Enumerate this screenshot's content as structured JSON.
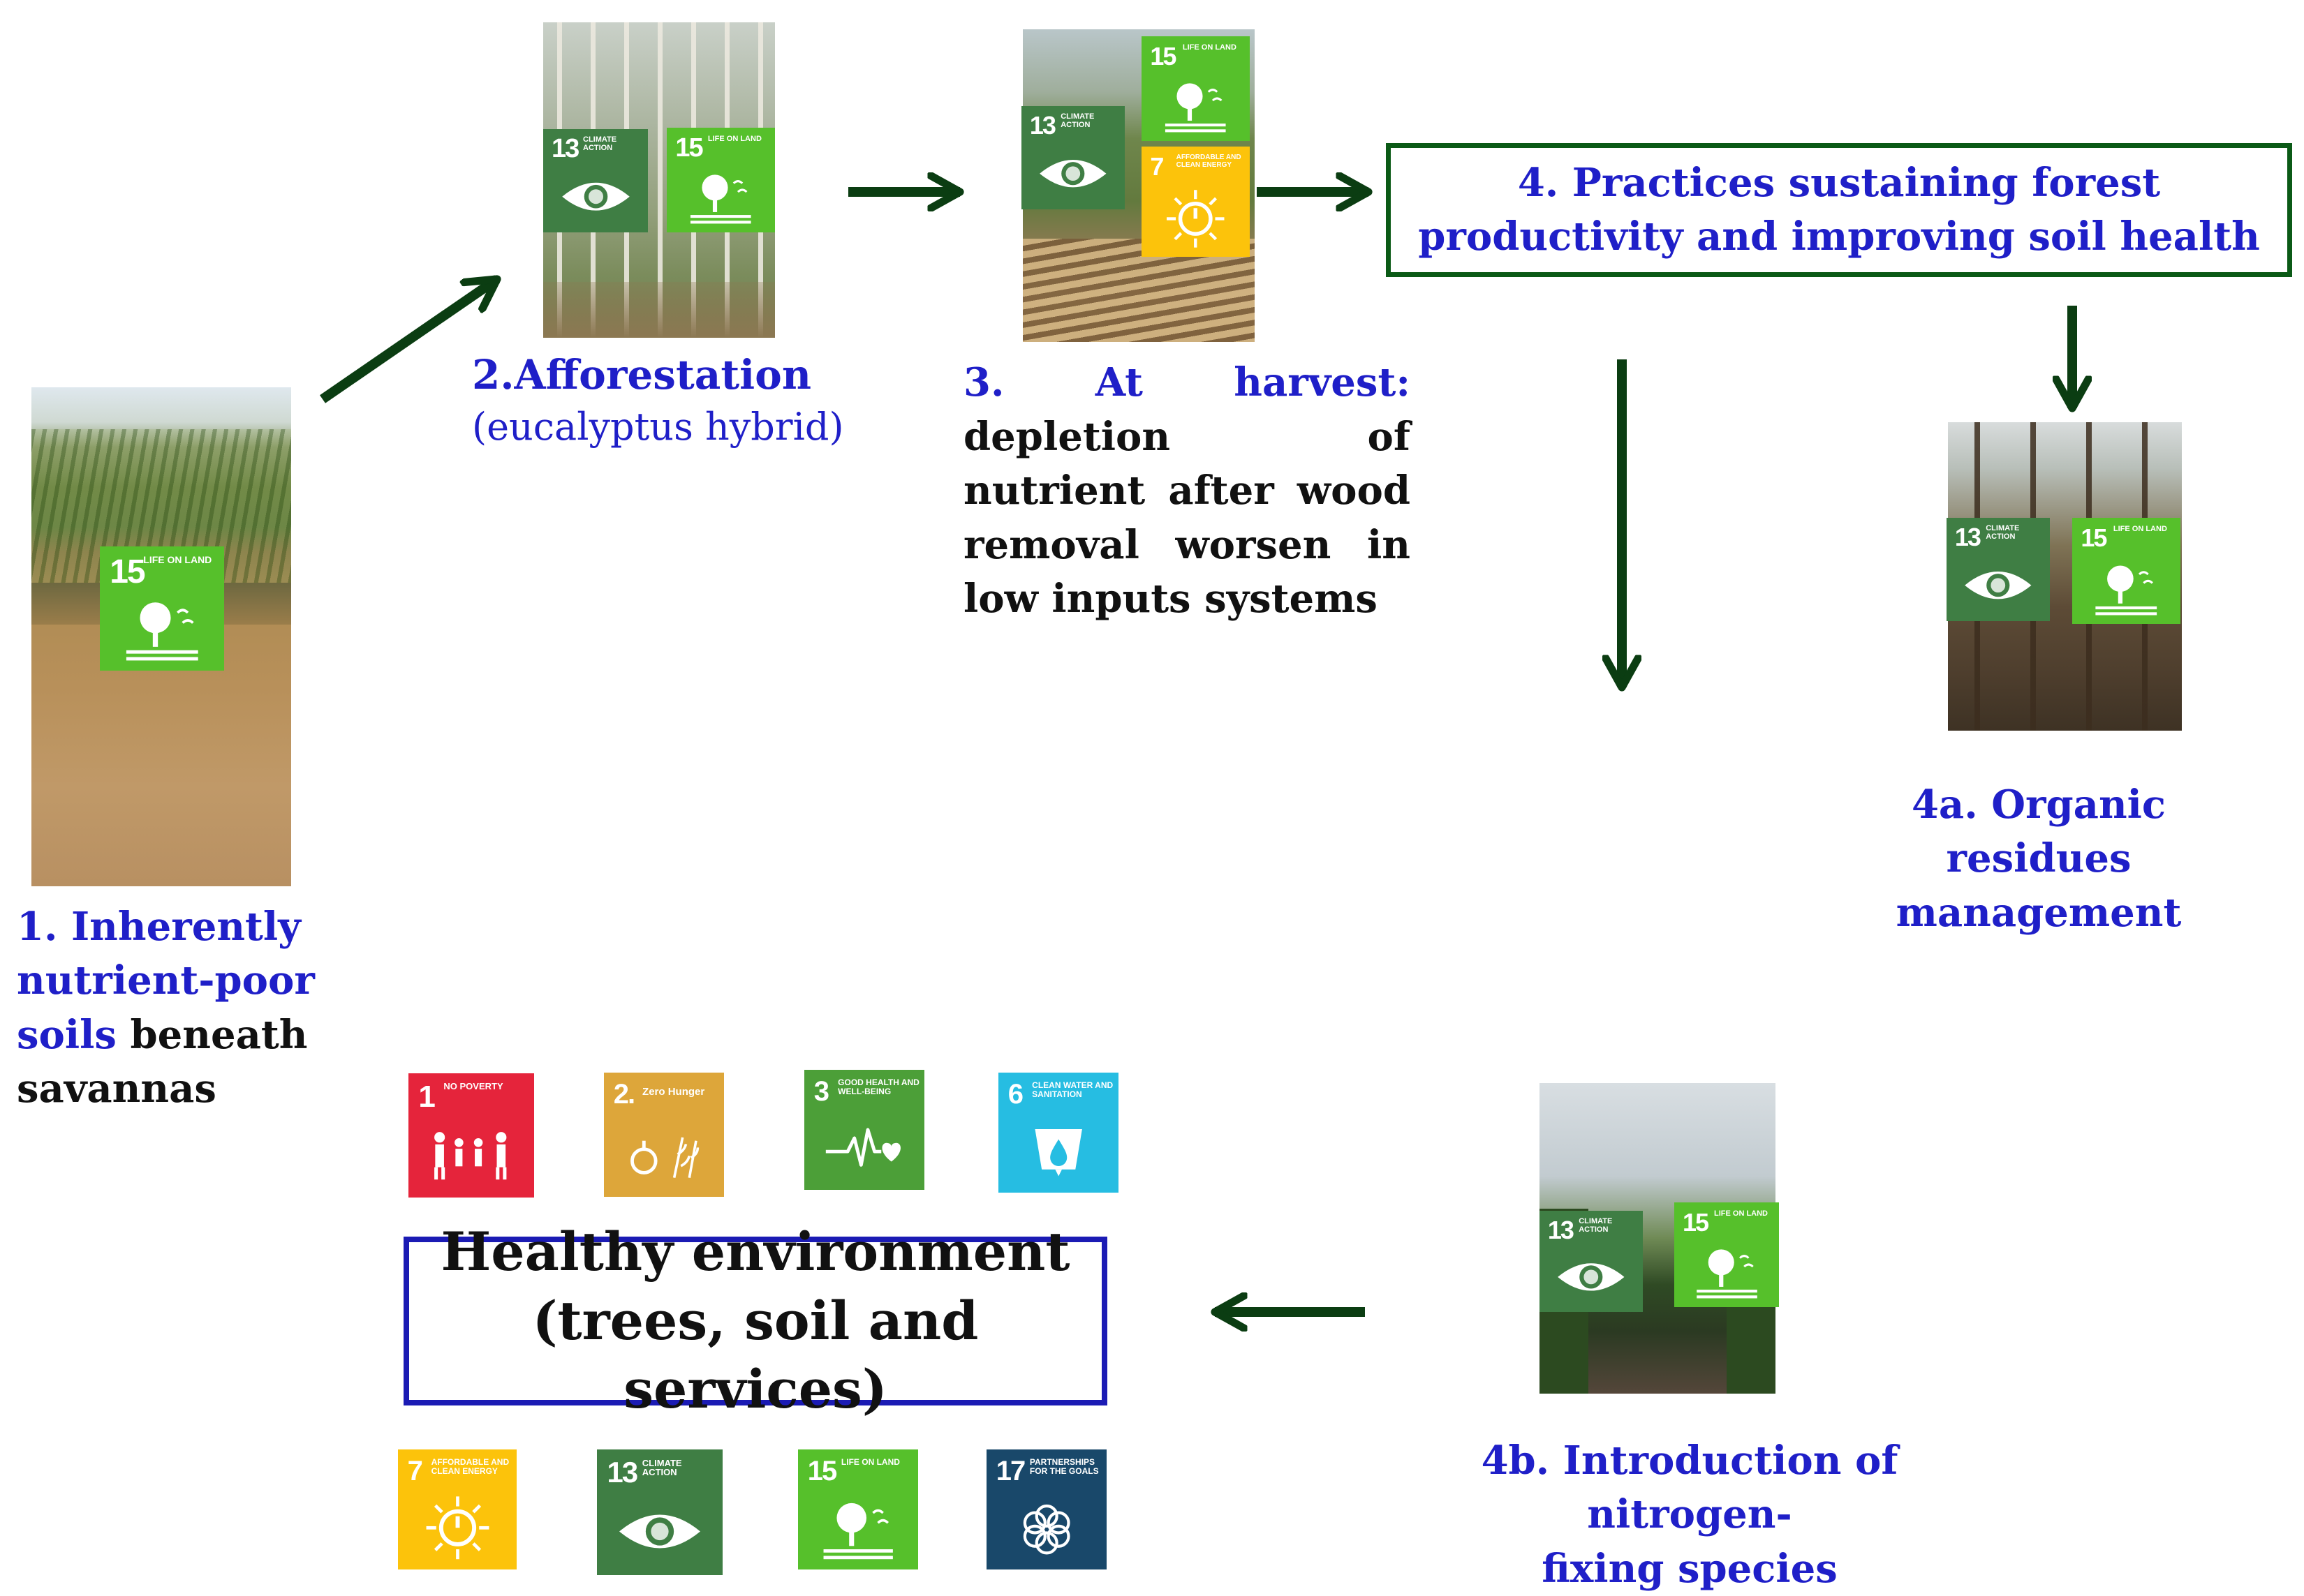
{
  "colors": {
    "arrow": "#0b3d12",
    "box_green_border": "#0b5a16",
    "box_blue_border": "#1b1bb4",
    "caption_blue": "#1f1fc8",
    "sdg1": "#e5243b",
    "sdg2": "#dda63a",
    "sdg3": "#4c9f38",
    "sdg6": "#26bde2",
    "sdg7": "#fcc30b",
    "sdg13": "#3f7e44",
    "sdg15": "#56c02b",
    "sdg17": "#19486a"
  },
  "sdg": {
    "1": {
      "num": "1",
      "label": "No Poverty",
      "icon": "family-icon"
    },
    "2": {
      "num": "2.",
      "label": "Zero Hunger",
      "icon": "wheat-icon"
    },
    "3": {
      "num": "3",
      "label": "Good Health and Well-Being",
      "icon": "heartbeat-icon"
    },
    "6": {
      "num": "6",
      "label": "Clean Water and Sanitation",
      "icon": "water-drop-icon"
    },
    "7": {
      "num": "7",
      "label": "Affordable and Clean Energy",
      "icon": "sun-power-icon"
    },
    "13": {
      "num": "13",
      "label": "Climate Action",
      "icon": "eye-globe-icon"
    },
    "15": {
      "num": "15",
      "label": "Life on Land",
      "icon": "tree-icon"
    },
    "17": {
      "num": "17",
      "label": "Partnerships for the Goals",
      "icon": "flower-rings-icon"
    }
  },
  "steps": {
    "s1": {
      "bold_blue": "1. Inherently nutrient-poor soils",
      "rest": " beneath savannas"
    },
    "s2": {
      "title": "2.Afforestation",
      "subtitle": "(eucalyptus hybrid)"
    },
    "s3": {
      "title": "3. At harvest:",
      "body": "depletion of nutrient after wood removal worsen in low inputs systems"
    },
    "s4": {
      "line1": "4. Practices sustaining forest",
      "line2": "productivity and improving  soil health"
    },
    "s4a": {
      "line1": "4a.  Organic residues",
      "line2": "management"
    },
    "s4b": {
      "line1": "4b.  Introduction of nitrogen-",
      "line2": "fixing species"
    }
  },
  "outcome": {
    "line1": "Healthy environment",
    "line2": "(trees, soil and services)"
  }
}
